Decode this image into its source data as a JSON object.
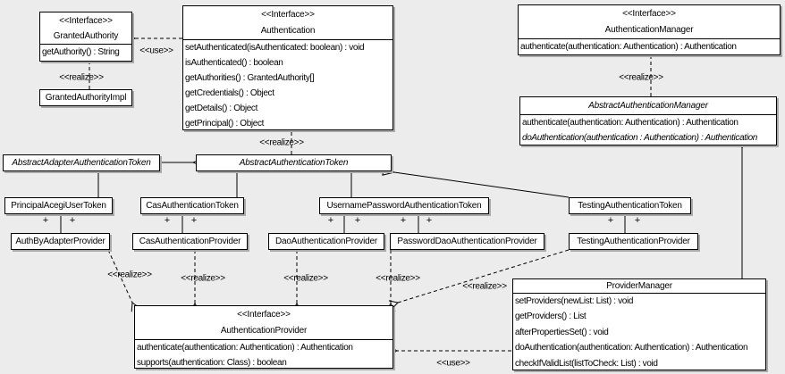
{
  "stereotype_interface": "<<Interface>>",
  "labels": {
    "realize": "<<realize>>",
    "use": "<<use>>",
    "plus": "+"
  },
  "colors": {
    "background": "#ececec",
    "box_fill": "#ffffff",
    "line": "#000000",
    "shadow": "#aaaaaa"
  },
  "classes": {
    "granted_authority": {
      "stereotype": "<<Interface>>",
      "name": "GrantedAuthority",
      "methods": [
        "getAuthority() : String"
      ]
    },
    "granted_authority_impl": {
      "name": "GrantedAuthorityImpl"
    },
    "authentication": {
      "stereotype": "<<Interface>>",
      "name": "Authentication",
      "methods": [
        "setAuthenticated(isAuthenticated: boolean) : void",
        "isAuthenticated() : boolean",
        "getAuthorities() : GrantedAuthority[]",
        "getCredentials() : Object",
        "getDetails() : Object",
        "getPrincipal() : Object"
      ]
    },
    "authentication_manager": {
      "stereotype": "<<Interface>>",
      "name": "AuthenticationManager",
      "methods": [
        "authenticate(authentication: Authentication) : Authentication"
      ]
    },
    "abstract_authentication_manager": {
      "name": "AbstractAuthenticationManager",
      "methods": [
        "authenticate(authentication: Authentication) : Authentication",
        "doAuthentication(authentication : Authentication) : Authentication"
      ]
    },
    "abstract_adapter_authentication_token": {
      "name": "AbstractAdapterAuthenticationToken"
    },
    "abstract_authentication_token": {
      "name": "AbstractAuthenticationToken"
    },
    "principal_acegi_user_token": {
      "name": "PrincipalAcegiUserToken"
    },
    "cas_authentication_token": {
      "name": "CasAuthenticationToken"
    },
    "username_password_authentication_token": {
      "name": "UsernamePasswordAuthenticationToken"
    },
    "testing_authentication_token": {
      "name": "TestingAuthenticationToken"
    },
    "auth_by_adapter_provider": {
      "name": "AuthByAdapterProvider"
    },
    "cas_authentication_provider": {
      "name": "CasAuthenticationProvider"
    },
    "dao_authentication_provider": {
      "name": "DaoAuthenticationProvider"
    },
    "password_dao_authentication_provider": {
      "name": "PasswordDaoAuthenticationProvider"
    },
    "testing_authentication_provider": {
      "name": "TestingAuthenticationProvider"
    },
    "authentication_provider": {
      "stereotype": "<<Interface>>",
      "name": "AuthenticationProvider",
      "methods": [
        "authenticate(authentication: Authentication) : Authentication",
        "supports(authentication: Class) : boolean"
      ]
    },
    "provider_manager": {
      "name": "ProviderManager",
      "methods": [
        "setProviders(newList: List) : void",
        "getProviders() : List",
        "afterPropertiesSet() : void",
        "doAuthentication(authentication: Authentication) : Authentication",
        "checkIfValidList(listToCheck: List) : void"
      ]
    }
  }
}
